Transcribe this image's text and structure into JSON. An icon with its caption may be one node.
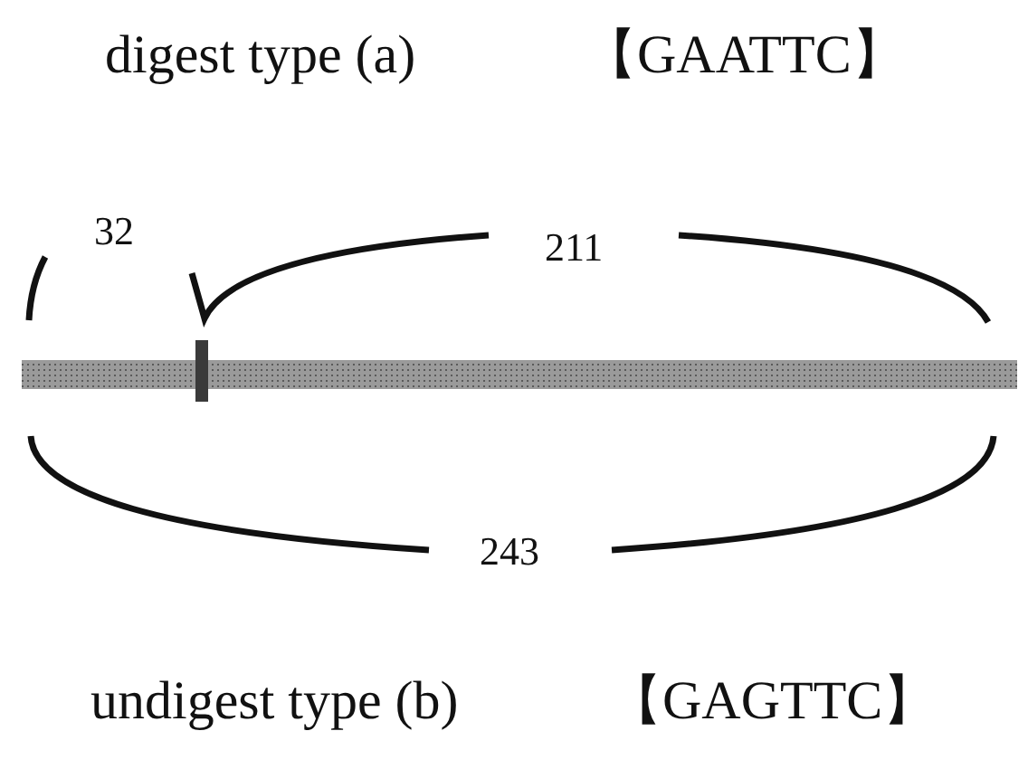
{
  "diagram": {
    "labels": [
      "digest type (a)",
      "【GAATTC】",
      "32",
      "211",
      "243",
      "undigest type (b)",
      "【GAGTTC】"
    ]
  }
}
